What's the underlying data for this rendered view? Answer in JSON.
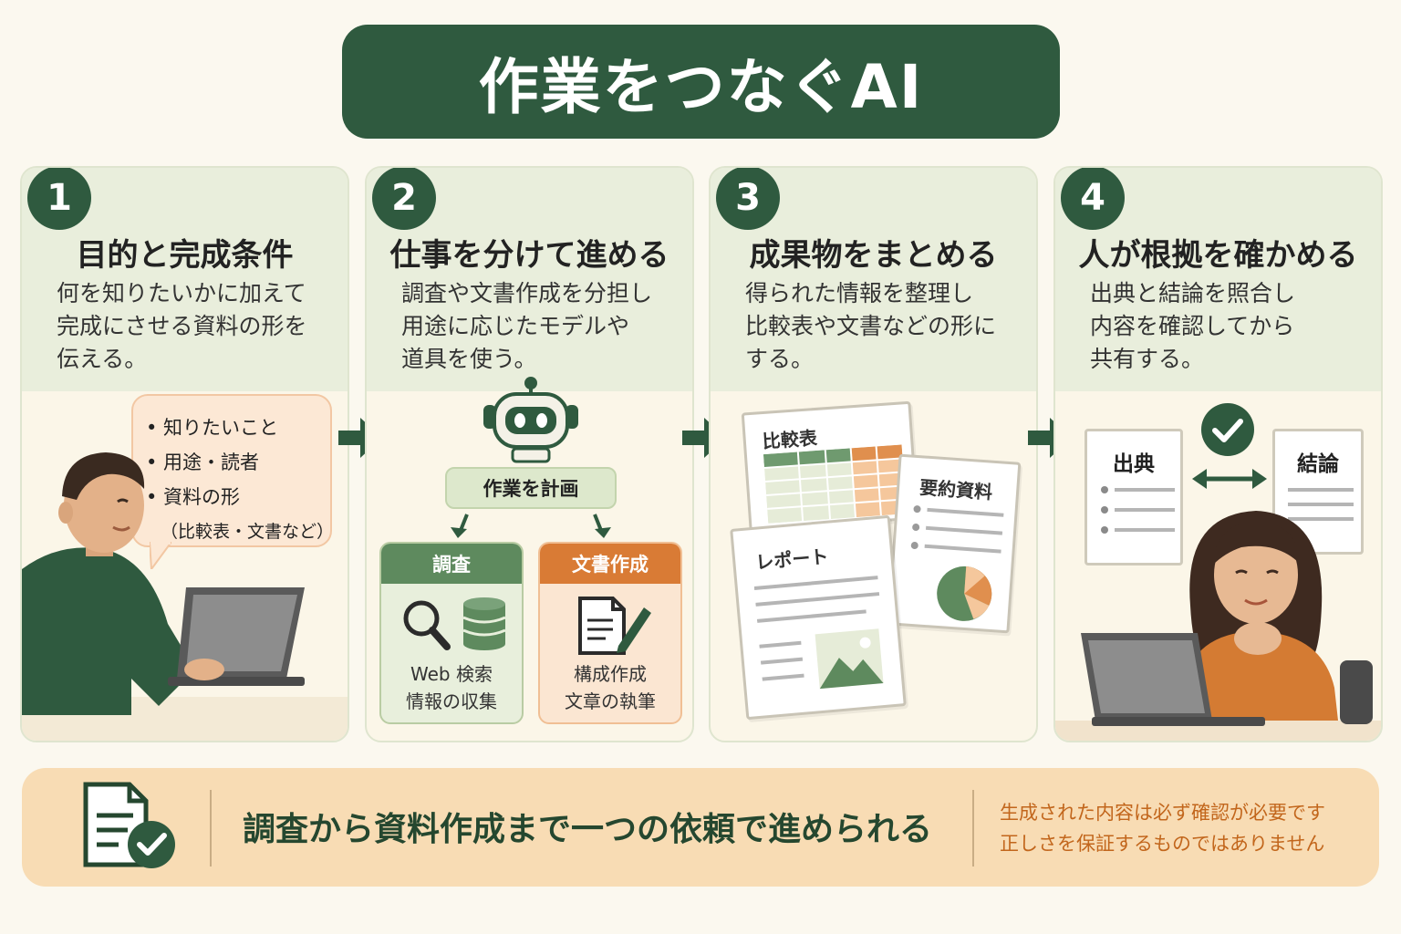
{
  "title": "作業をつなぐAI",
  "steps": [
    {
      "number": "1",
      "title": "目的と完成条件",
      "desc": [
        "何を知りたいかに加えて",
        "完成にさせる資料の形を",
        "伝える。"
      ],
      "bubble": {
        "items": [
          "• 知りたいこと",
          "• 用途・読者",
          "• 資料の形"
        ],
        "sub": "（比較表・文書など）"
      }
    },
    {
      "number": "2",
      "title": "仕事を分けて進める",
      "desc": [
        "調査や文書作成を分担し",
        "用途に応じたモデルや",
        "道具を使う。"
      ],
      "plan_label": "作業を計画",
      "cards": [
        {
          "head": "調査",
          "lines": [
            "Web 検索",
            "情報の収集"
          ],
          "color": "#5e8a5e"
        },
        {
          "head": "文書作成",
          "lines": [
            "構成作成",
            "文章の執筆"
          ],
          "color": "#d97b35"
        }
      ]
    },
    {
      "number": "3",
      "title": "成果物をまとめる",
      "desc": [
        "得られた情報を整理し",
        "比較表や文書などの形に",
        "する。"
      ],
      "docs": {
        "table": "比較表",
        "summary": "要約資料",
        "report": "レポート"
      }
    },
    {
      "number": "4",
      "title": "人が根拠を確かめる",
      "desc": [
        "出典と結論を照合し",
        "内容を確認してから",
        "共有する。"
      ],
      "papers": {
        "source": "出典",
        "conclusion": "結論"
      }
    }
  ],
  "footer": {
    "main": "調査から資料作成まで一つの依頼で進められる",
    "notes": [
      "生成された内容は必ず確認が必要です",
      "正しさを保証するものではありません"
    ]
  },
  "colors": {
    "dark_green": "#2f5a3f",
    "panel": "#e9eedc",
    "orange": "#d97b35",
    "footer_bg": "#f8dcb4",
    "note": "#c2661c"
  }
}
